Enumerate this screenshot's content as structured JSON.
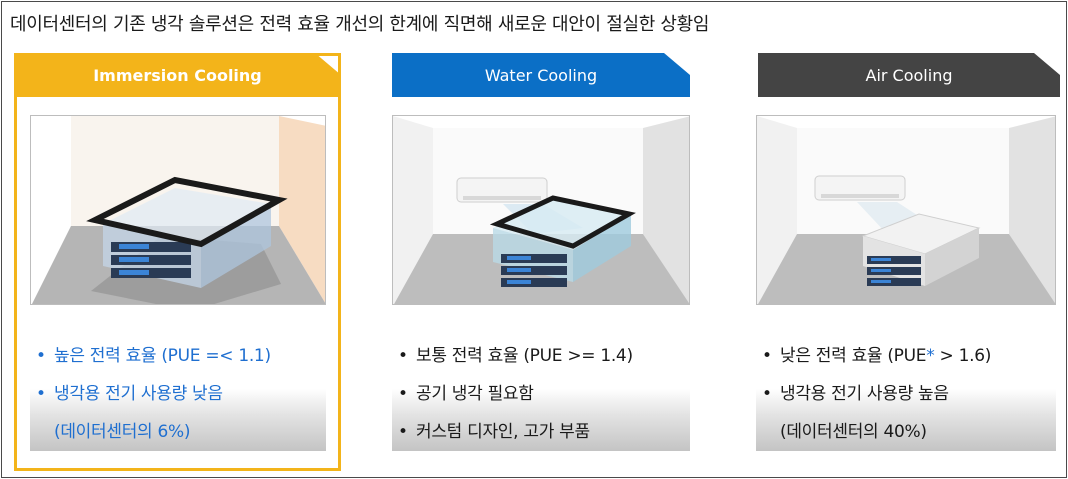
{
  "headline": "데이터센터의 기존 냉각 솔루션은 전력 효율 개선의 한계에 직면해 새로운 대안이 절실한 상황임",
  "colors": {
    "immersion": "#f3b41a",
    "water": "#0b6fc6",
    "air": "#444444",
    "immersion_text": "#1f6fd0"
  },
  "columns": [
    {
      "title": "Immersion Cooling",
      "icon": "immersion-tank-illustration",
      "bullets": [
        "높은 전력 효율 (PUE =< 1.1)",
        "냉각용 전기 사용량 낮음",
        "(데이터센터의 6%)"
      ]
    },
    {
      "title": "Water Cooling",
      "icon": "water-cooling-illustration",
      "bullets": [
        "보통 전력 효율 (PUE >= 1.4)",
        "공기 냉각 필요함",
        "커스텀 디자인, 고가 부품"
      ]
    },
    {
      "title": "Air Cooling",
      "icon": "air-cooling-illustration",
      "bullets": [
        "낮은 전력 효율 (PUE",
        "*",
        " > 1.6)",
        "냉각용 전기 사용량 높음",
        "(데이터센터의 40%)"
      ]
    }
  ]
}
